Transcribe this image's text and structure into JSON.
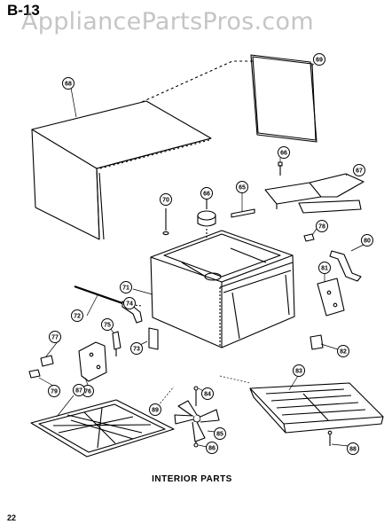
{
  "header": {
    "page_label": "B-13",
    "watermark": "AppliancePartsPros.com"
  },
  "caption": "INTERIOR PARTS",
  "page_number": "22",
  "callouts": [
    "68",
    "69",
    "70",
    "66",
    "65",
    "67",
    "66",
    "71",
    "78",
    "80",
    "81",
    "74",
    "72",
    "75",
    "73",
    "77",
    "79",
    "76",
    "82",
    "83",
    "84",
    "85",
    "86",
    "87",
    "88",
    "89"
  ]
}
